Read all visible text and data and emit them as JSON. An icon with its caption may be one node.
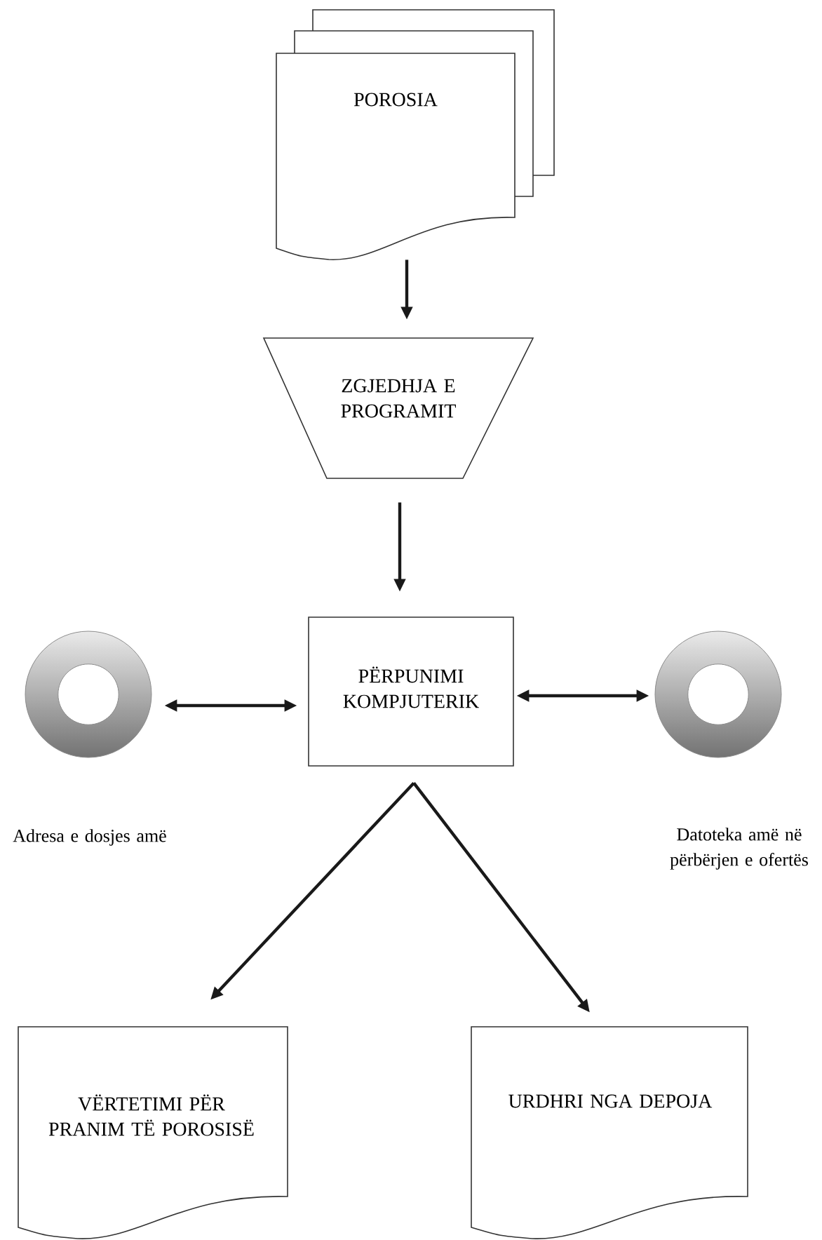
{
  "diagram": {
    "nodes": [
      {
        "text": [
          "POROSIA"
        ]
      },
      {
        "text": [
          "ZGJEDHJA E PROGRAMIT"
        ]
      },
      {
        "text": [],
        "shape": "disk",
        "beside": [
          "Adresa e dosjes amë"
        ]
      },
      {
        "text": [
          "PËRPUNIMI KOMPJUTERIK"
        ]
      },
      {
        "text": [],
        "shape": "disk",
        "beside": [
          "Datoteka amë në përbërjen e ofertës"
        ]
      },
      {
        "text": [
          "VËRTETIMI PËR PRANIM TË POROSISË"
        ]
      },
      {
        "text": [
          "URDHRI NGA DEPOJA"
        ]
      }
    ],
    "edges": [
      {
        "from": 0,
        "to": 1,
        "arrow": "to"
      },
      {
        "from": 1,
        "to": 3,
        "arrow": "to"
      },
      {
        "from": 2,
        "to": 3,
        "arrow": "both"
      },
      {
        "from": 3,
        "to": 4,
        "arrow": "both"
      },
      {
        "from": 3,
        "to": 5,
        "arrow": "to"
      },
      {
        "from": 3,
        "to": 6,
        "arrow": "to"
      }
    ]
  }
}
